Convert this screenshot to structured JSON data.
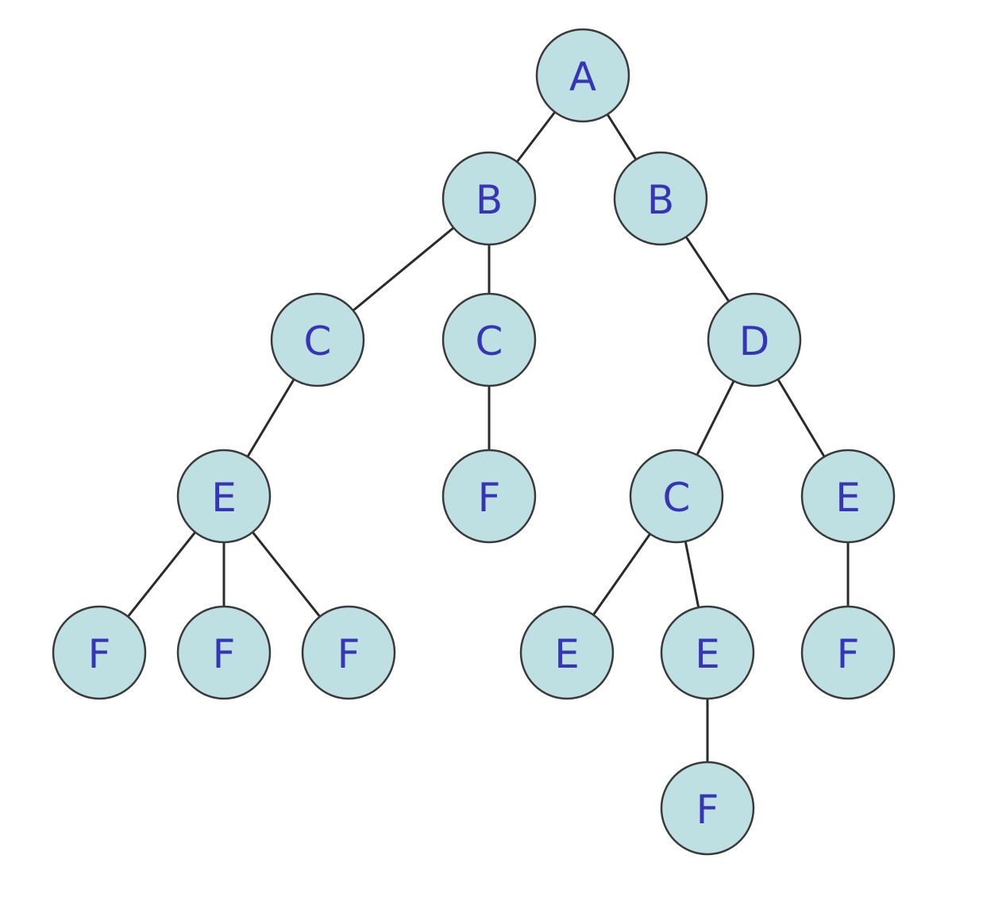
{
  "colors": {
    "node_fill": "#bfe0e3",
    "label": "#3535b5"
  },
  "nodes": [
    {
      "id": "n1",
      "label": "A"
    },
    {
      "id": "n2",
      "label": "B"
    },
    {
      "id": "n3",
      "label": "B"
    },
    {
      "id": "n4",
      "label": "C"
    },
    {
      "id": "n5",
      "label": "C"
    },
    {
      "id": "n6",
      "label": "D"
    },
    {
      "id": "n7",
      "label": "E"
    },
    {
      "id": "n8",
      "label": "F"
    },
    {
      "id": "n9",
      "label": "C"
    },
    {
      "id": "n10",
      "label": "E"
    },
    {
      "id": "n11",
      "label": "F"
    },
    {
      "id": "n12",
      "label": "F"
    },
    {
      "id": "n13",
      "label": "F"
    },
    {
      "id": "n14",
      "label": "E"
    },
    {
      "id": "n15",
      "label": "E"
    },
    {
      "id": "n16",
      "label": "F"
    },
    {
      "id": "n17",
      "label": "F"
    }
  ],
  "edges": [
    [
      "n1",
      "n2"
    ],
    [
      "n1",
      "n3"
    ],
    [
      "n2",
      "n4"
    ],
    [
      "n2",
      "n5"
    ],
    [
      "n3",
      "n6"
    ],
    [
      "n4",
      "n7"
    ],
    [
      "n5",
      "n8"
    ],
    [
      "n6",
      "n9"
    ],
    [
      "n6",
      "n10"
    ],
    [
      "n7",
      "n11"
    ],
    [
      "n7",
      "n12"
    ],
    [
      "n7",
      "n13"
    ],
    [
      "n9",
      "n14"
    ],
    [
      "n9",
      "n15"
    ],
    [
      "n10",
      "n16"
    ],
    [
      "n15",
      "n17"
    ]
  ]
}
